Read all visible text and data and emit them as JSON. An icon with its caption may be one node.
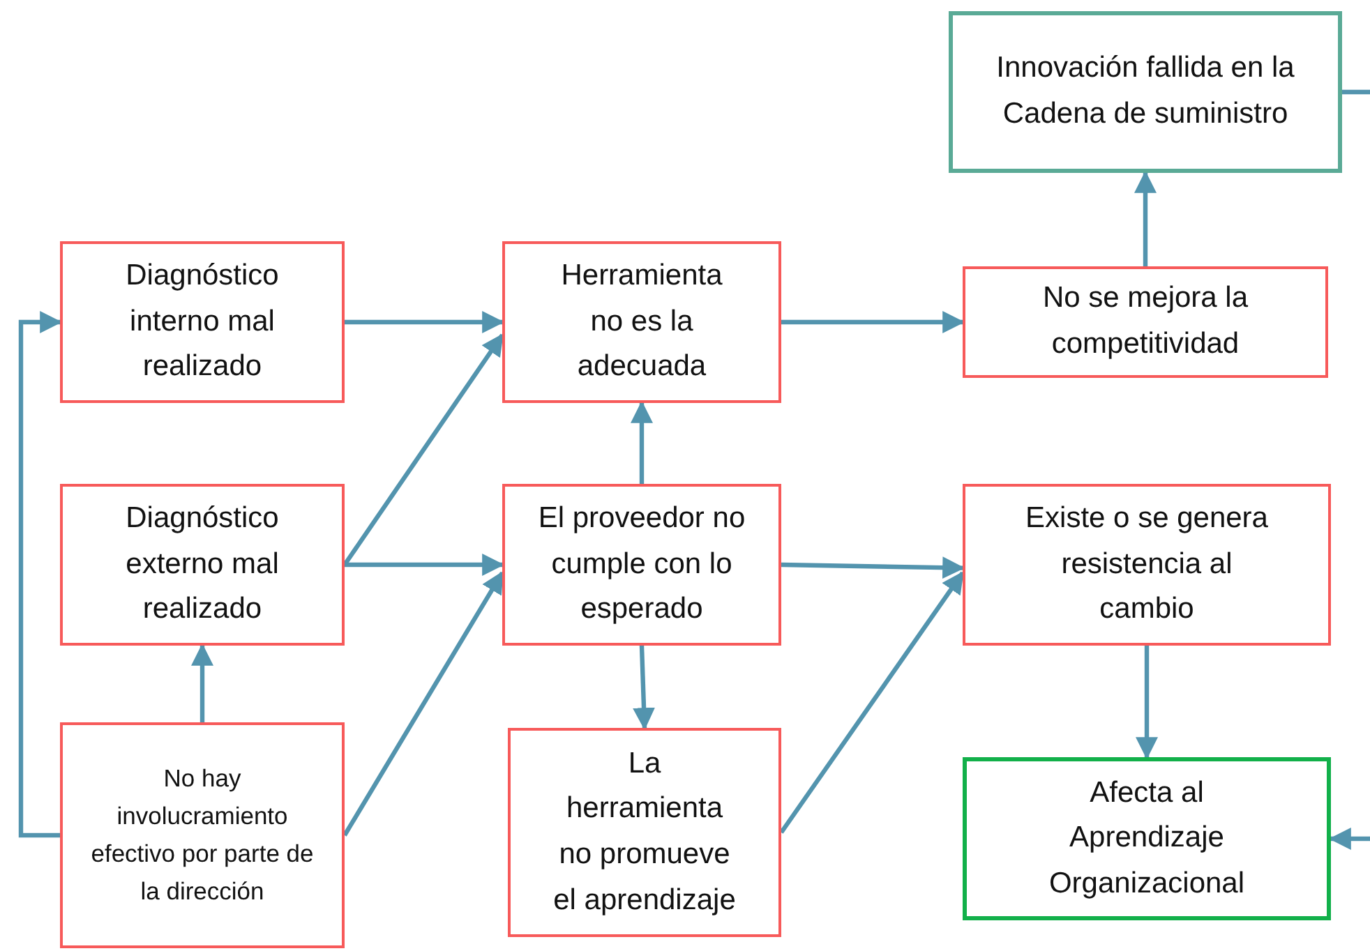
{
  "diagram": {
    "nodes": [
      {
        "text": [
          "Innovación fallida en la Cadena de suministro"
        ]
      },
      {
        "text": [
          "Diagnóstico interno mal realizado"
        ]
      },
      {
        "text": [
          "Herramienta no es la adecuada"
        ]
      },
      {
        "text": [
          "No se mejora la competitividad"
        ]
      },
      {
        "text": [
          "Diagnóstico externo mal realizado"
        ]
      },
      {
        "text": [
          "El proveedor no cumple con lo esperado"
        ]
      },
      {
        "text": [
          "Existe o se genera resistencia al cambio"
        ]
      },
      {
        "text": [
          "No hay involucramiento efectivo por parte de la dirección"
        ]
      },
      {
        "text": [
          "La herramienta no promueve el aprendizaje"
        ]
      },
      {
        "text": [
          "Afecta al Aprendizaje Organizacional"
        ]
      }
    ],
    "edges": [
      {
        "from": 1,
        "to": 2,
        "arrow": "to"
      },
      {
        "from": 4,
        "to": 2,
        "arrow": "to"
      },
      {
        "from": 4,
        "to": 5,
        "arrow": "to"
      },
      {
        "from": 7,
        "to": 5,
        "arrow": "to"
      },
      {
        "from": 7,
        "to": 4,
        "arrow": "to"
      },
      {
        "from": 7,
        "to": 1,
        "arrow": "to"
      },
      {
        "from": 5,
        "to": 2,
        "arrow": "to"
      },
      {
        "from": 5,
        "to": 6,
        "arrow": "to"
      },
      {
        "from": 5,
        "to": 8,
        "arrow": "to"
      },
      {
        "from": 8,
        "to": 6,
        "arrow": "to"
      },
      {
        "from": 2,
        "to": 3,
        "arrow": "to"
      },
      {
        "from": 3,
        "to": 0,
        "arrow": "to"
      },
      {
        "from": 6,
        "to": 9,
        "arrow": "to"
      },
      {
        "from": 0,
        "to": null,
        "arrow": "none"
      },
      {
        "from": null,
        "to": 9,
        "arrow": "to"
      }
    ]
  }
}
